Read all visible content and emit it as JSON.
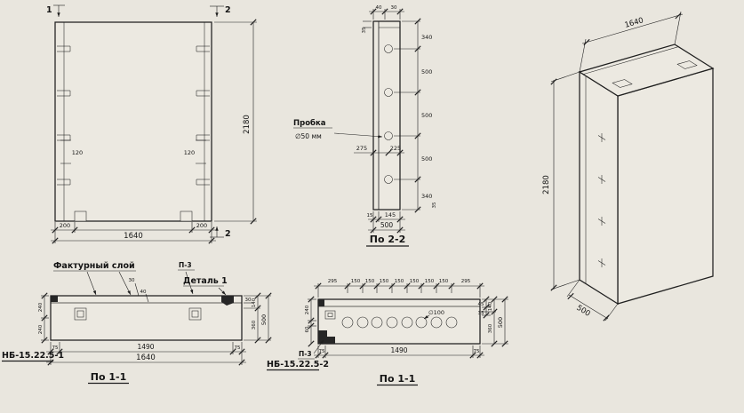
{
  "colors": {
    "paper": "#e9e6de",
    "ink": "#1f1f1f"
  },
  "front": {
    "section_mark_left": "1",
    "section_mark_top": "2",
    "section_mark_bottom": "2",
    "inset_left": "200",
    "inset_right": "200",
    "width_total": "1640",
    "height_total": "2180",
    "edge_dim_left": "120",
    "edge_dim_right": "120"
  },
  "section22": {
    "caption": "По 2-2",
    "plug_label_line1": "Пробка",
    "plug_label_line2": "∅50 мм",
    "top_dim_a": "40",
    "top_dim_b": "30",
    "step_dim_top": "35",
    "step_dim_bottom": "35",
    "chain_right": [
      "340",
      "500",
      "500",
      "500",
      "340"
    ],
    "width_dim_left": "275",
    "width_dim_right": "225",
    "bottom_dim_a": "15",
    "bottom_dim_b": "145",
    "bottom_total": "500"
  },
  "iso": {
    "width": "1640",
    "height": "2180",
    "depth": "500"
  },
  "section11a": {
    "caption": "По 1-1",
    "mark": "НБ-15.22.5-1",
    "texture_label": "Фактурный слой",
    "p3_label": "П-3",
    "detail_label": "Деталь 1",
    "top_dim_a": "30",
    "top_dim_b": "40",
    "chain_left": [
      "240",
      "240"
    ],
    "right_dim_small": "30",
    "chain_right": [
      "140",
      "360"
    ],
    "right_total": "500",
    "bottom_left": "75",
    "bottom_mid": "1490",
    "bottom_right": "75",
    "bottom_total": "1640"
  },
  "section11b": {
    "caption": "По 1-1",
    "mark": "НБ-15.22.5-2",
    "p3_label": "П-3",
    "hole_label": "∅100",
    "chain_top": [
      "295",
      "150",
      "150",
      "150",
      "150",
      "150",
      "150",
      "150",
      "295"
    ],
    "chain_left": [
      "240",
      "60"
    ],
    "right_dim_a": "45",
    "right_dim_b": "35",
    "chain_right": [
      "140",
      "360"
    ],
    "right_total": "500",
    "bottom_left": "75",
    "bottom_mid": "1490",
    "bottom_right": "75"
  }
}
